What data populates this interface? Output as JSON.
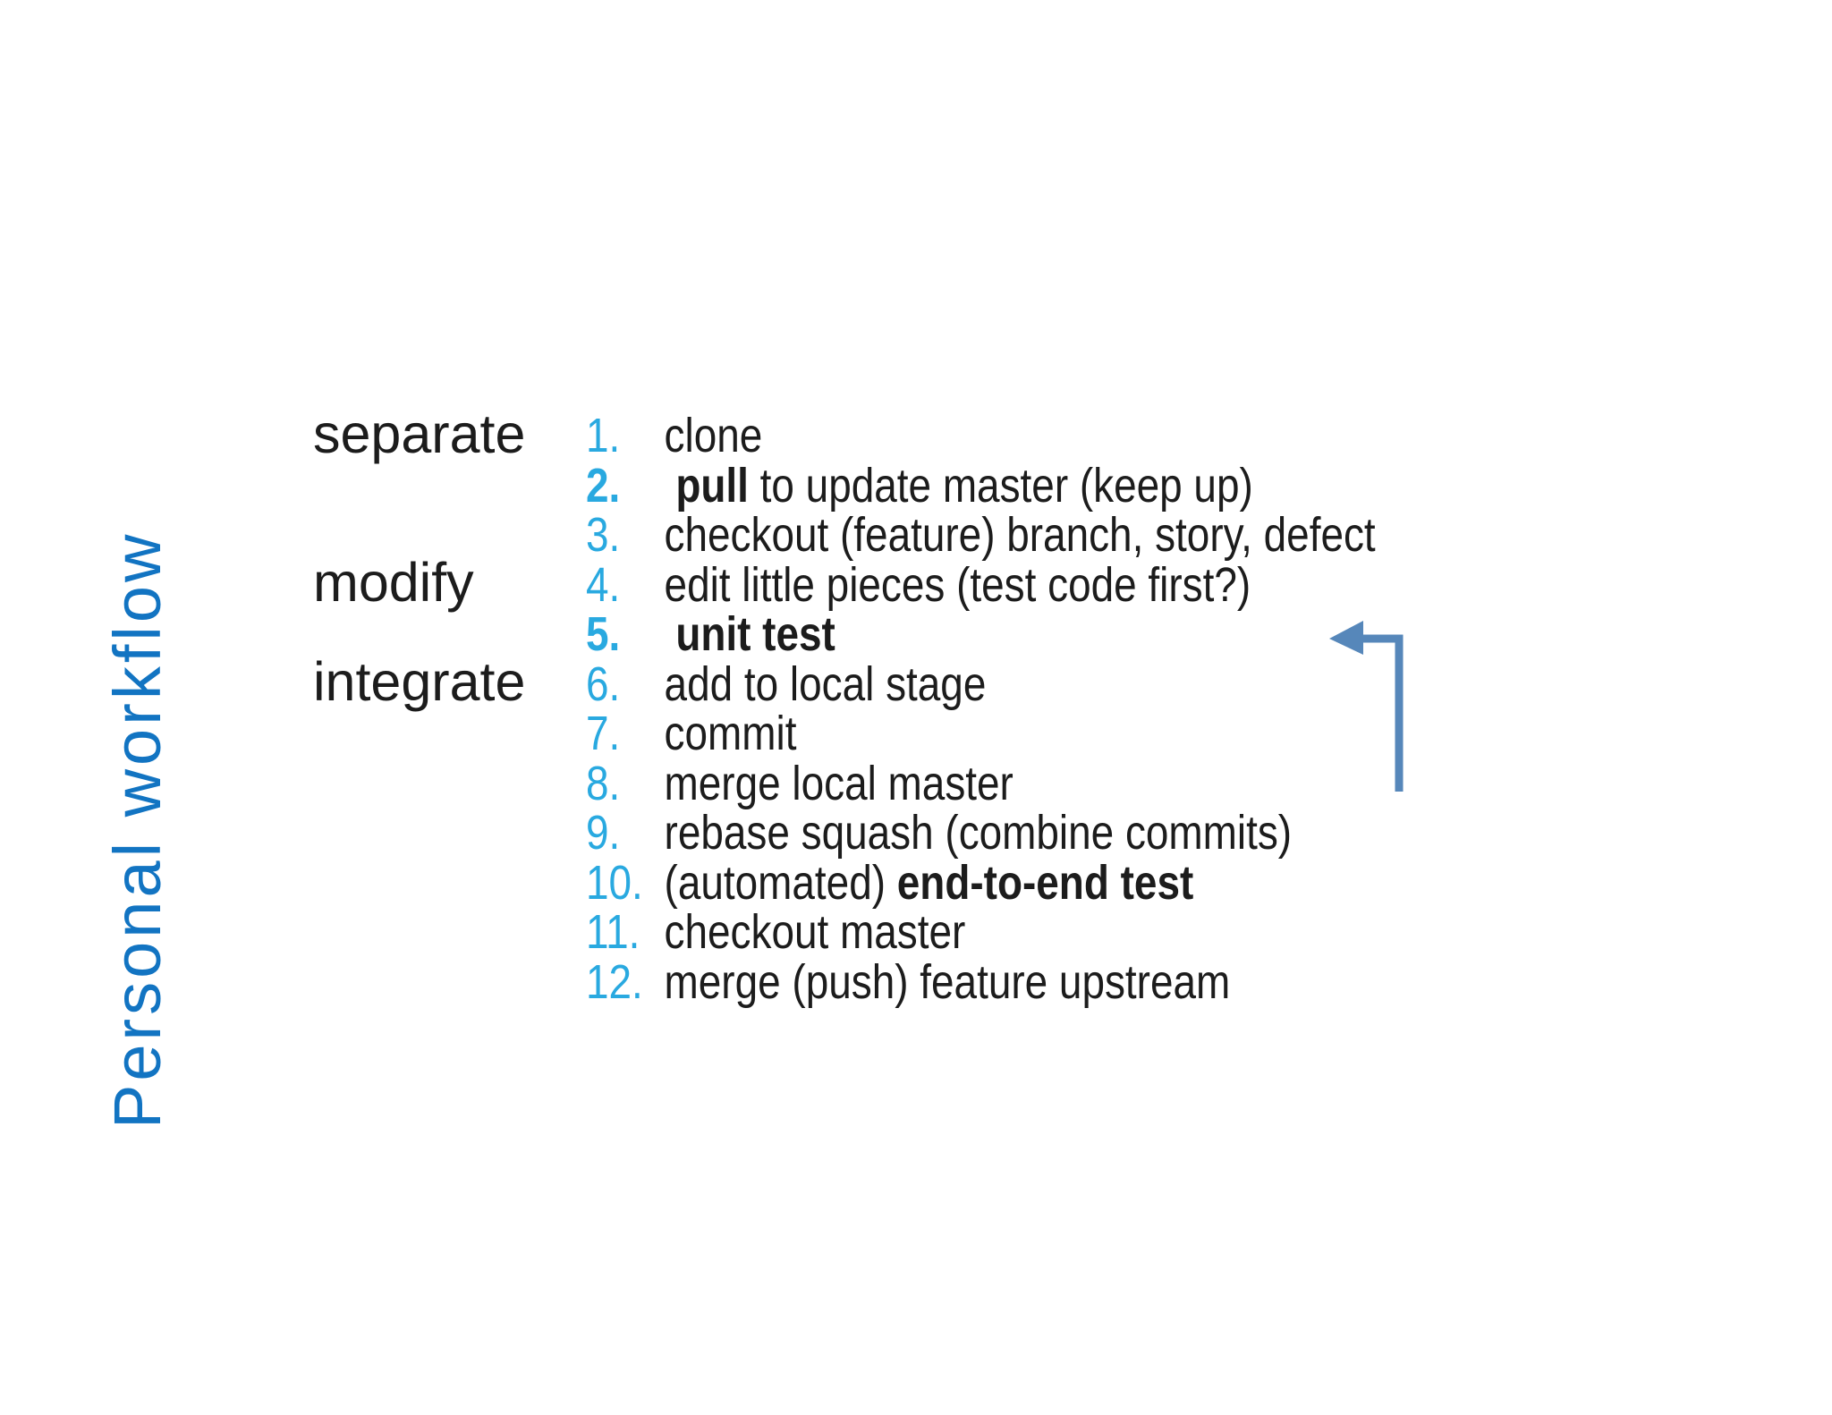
{
  "slide": {
    "title": "Personal workflow",
    "categories": [
      {
        "label": "separate"
      },
      {
        "label": "modify"
      },
      {
        "label": "integrate"
      }
    ],
    "steps": [
      {
        "num": "1.",
        "num_bold": false,
        "segments": [
          {
            "text": "clone",
            "bold": false
          }
        ]
      },
      {
        "num": "2.",
        "num_bold": true,
        "segments": [
          {
            "text": " ",
            "bold": false
          },
          {
            "text": "pull",
            "bold": true
          },
          {
            "text": " to update master (keep up)",
            "bold": false
          }
        ]
      },
      {
        "num": "3.",
        "num_bold": false,
        "segments": [
          {
            "text": "checkout (feature) branch, story, defect",
            "bold": false
          }
        ]
      },
      {
        "num": "4.",
        "num_bold": false,
        "segments": [
          {
            "text": "edit little pieces (test code first?)",
            "bold": false
          }
        ]
      },
      {
        "num": "5.",
        "num_bold": true,
        "segments": [
          {
            "text": " ",
            "bold": false
          },
          {
            "text": "unit test",
            "bold": true
          }
        ]
      },
      {
        "num": "6.",
        "num_bold": false,
        "segments": [
          {
            "text": "add to local stage",
            "bold": false
          }
        ]
      },
      {
        "num": "7.",
        "num_bold": false,
        "segments": [
          {
            "text": "commit",
            "bold": false
          }
        ]
      },
      {
        "num": "8.",
        "num_bold": false,
        "segments": [
          {
            "text": "merge local master",
            "bold": false
          }
        ]
      },
      {
        "num": "9.",
        "num_bold": false,
        "segments": [
          {
            "text": "rebase squash (combine commits)",
            "bold": false
          }
        ]
      },
      {
        "num": "10.",
        "num_bold": false,
        "segments": [
          {
            "text": "(automated) ",
            "bold": false
          },
          {
            "text": "end-to-end test",
            "bold": true
          }
        ]
      },
      {
        "num": "11.",
        "num_bold": false,
        "segments": [
          {
            "text": "checkout master",
            "bold": false
          }
        ]
      },
      {
        "num": "12.",
        "num_bold": false,
        "segments": [
          {
            "text": "merge (push) feature upstream",
            "bold": false
          }
        ]
      }
    ],
    "arrow": {
      "name": "elbow-arrow-up-left"
    },
    "colors": {
      "title_blue": "#1274c2",
      "number_blue": "#29a9e0",
      "text": "#1c1c1c",
      "arrow": "#5687ba",
      "background": "#ffffff"
    }
  }
}
